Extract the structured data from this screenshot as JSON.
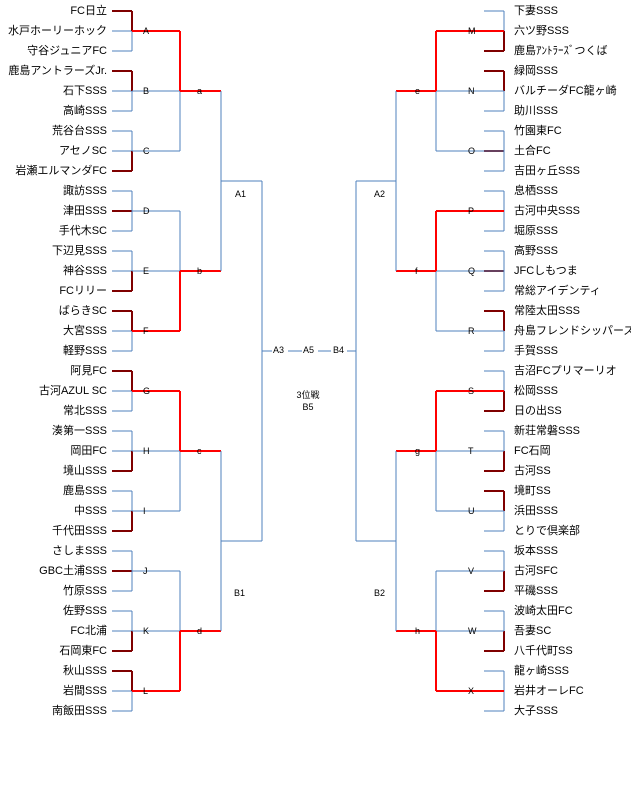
{
  "left_groups": [
    {
      "label": "A",
      "teams": [
        "FC日立",
        "水戸ホーリーホック",
        "守谷ジュニアFC"
      ],
      "winner": 0
    },
    {
      "label": "B",
      "teams": [
        "鹿島アントラーズJr.",
        "石下SSS",
        "高崎SSS"
      ],
      "winner": 0
    },
    {
      "label": "C",
      "teams": [
        "荒谷台SSS",
        "アセノSC",
        "岩瀬エルマンダFC"
      ],
      "winner": 2
    },
    {
      "label": "D",
      "teams": [
        "諏訪SSS",
        "津田SSS",
        "手代木SC"
      ],
      "winner": 1
    },
    {
      "label": "E",
      "teams": [
        "下辺見SSS",
        "神谷SSS",
        "FCリリー"
      ],
      "winner": 2
    },
    {
      "label": "F",
      "teams": [
        "ばらきSC",
        "大宮SSS",
        "軽野SSS"
      ],
      "winner": 0
    },
    {
      "label": "G",
      "teams": [
        "阿見FC",
        "古河AZUL SC",
        "常北SSS"
      ],
      "winner": 0
    },
    {
      "label": "H",
      "teams": [
        "湊第一SSS",
        "岡田FC",
        "境山SSS"
      ],
      "winner": 2
    },
    {
      "label": "I",
      "teams": [
        "鹿島SSS",
        "中SSS",
        "千代田SSS"
      ],
      "winner": 2
    },
    {
      "label": "J",
      "teams": [
        "さしまSSS",
        "GBC土浦SSS",
        "竹原SSS"
      ],
      "winner": 1
    },
    {
      "label": "K",
      "teams": [
        "佐野SSS",
        "FC北浦",
        "石岡東FC"
      ],
      "winner": 2
    },
    {
      "label": "L",
      "teams": [
        "秋山SSS",
        "岩間SSS",
        "南飯田SSS"
      ],
      "winner": 0
    }
  ],
  "right_groups": [
    {
      "label": "M",
      "teams": [
        "下妻SSS",
        "六ツ野SSS",
        "鹿島ｱﾝﾄﾗｰｽﾞつくば"
      ],
      "winner": 2
    },
    {
      "label": "N",
      "teams": [
        "緑岡SSS",
        "バルチーダFC龍ヶ崎",
        "助川SSS"
      ],
      "winner": 0
    },
    {
      "label": "O",
      "teams": [
        "竹園東FC",
        "土合FC",
        "吉田ヶ丘SSS"
      ],
      "winner": 1
    },
    {
      "label": "P",
      "teams": [
        "息栖SSS",
        "古河中央SSS",
        "堀原SSS"
      ],
      "winner": 1
    },
    {
      "label": "Q",
      "teams": [
        "高野SSS",
        "JFCしもつま",
        "常総アイデンティ"
      ],
      "winner": 1
    },
    {
      "label": "R",
      "teams": [
        "常陸太田SSS",
        "舟島フレンドシッパーズ",
        "手賀SSS"
      ],
      "winner": 0
    },
    {
      "label": "S",
      "teams": [
        "吉沼FCプリマーリオ",
        "松岡SSS",
        "日の出SS"
      ],
      "winner": 2
    },
    {
      "label": "T",
      "teams": [
        "新荘常磐SSS",
        "FC石岡",
        "古河SS"
      ],
      "winner": 2
    },
    {
      "label": "U",
      "teams": [
        "境町SS",
        "浜田SSS",
        "とりで倶楽部"
      ],
      "winner": 0
    },
    {
      "label": "V",
      "teams": [
        "坂本SSS",
        "古河SFC",
        "平磯SSS"
      ],
      "winner": 2
    },
    {
      "label": "W",
      "teams": [
        "波崎太田FC",
        "吾妻SC",
        "八千代町SS"
      ],
      "winner": 2
    },
    {
      "label": "X",
      "teams": [
        "龍ヶ崎SSS",
        "岩井オーレFC",
        "大子SSS"
      ],
      "winner": 1
    }
  ],
  "left_mid": [
    {
      "label": "a",
      "winner": 0
    },
    {
      "label": "b",
      "winner": 1
    },
    {
      "label": "c",
      "winner": 0
    },
    {
      "label": "d",
      "winner": 1
    }
  ],
  "right_mid": [
    {
      "label": "e",
      "winner": 0
    },
    {
      "label": "f",
      "winner": 0
    },
    {
      "label": "g",
      "winner": 0
    },
    {
      "label": "h",
      "winner": 1
    }
  ],
  "semi_labels": {
    "a1": "A1",
    "b1": "B1",
    "a2": "A2",
    "b2": "B2",
    "a3": "A3",
    "b4": "B4",
    "a5": "A5"
  },
  "third_place": {
    "title": "3位戦",
    "code": "B5"
  },
  "colors": {
    "line": "#4f81bd",
    "red": "#ff0000",
    "dark_red": "#7f0000"
  }
}
